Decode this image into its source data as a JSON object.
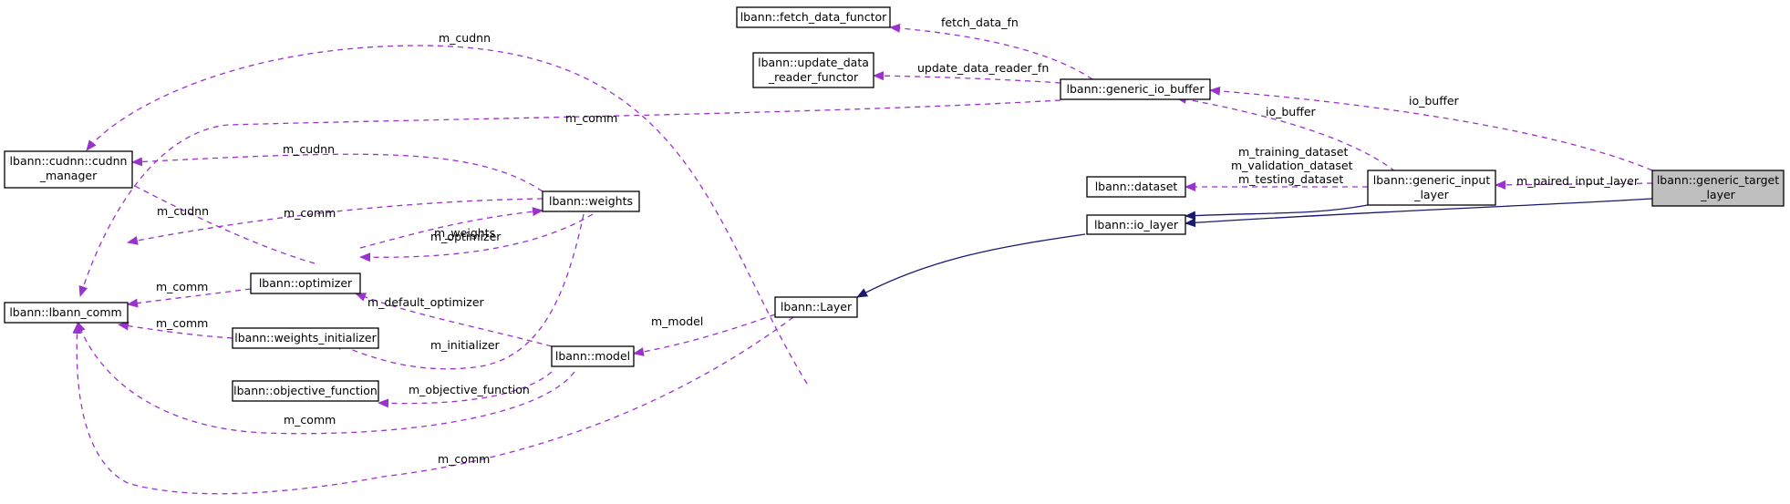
{
  "colors": {
    "association": "#9a32cd",
    "inheritance": "#191970",
    "focus_fill": "#bfbfbf"
  },
  "nodes": {
    "fetch_data_functor": "lbann::fetch_data_functor",
    "update_data_reader_functor": [
      "lbann::update_data",
      "_reader_functor"
    ],
    "generic_io_buffer": "lbann::generic_io_buffer",
    "cudnn_manager": [
      "lbann::cudnn::cudnn",
      "_manager"
    ],
    "dataset": "lbann::dataset",
    "generic_input_layer": [
      "lbann::generic_input",
      "_layer"
    ],
    "generic_target_layer": [
      "lbann::generic_target",
      "_layer"
    ],
    "weights": "lbann::weights",
    "io_layer": "lbann::io_layer",
    "optimizer": "lbann::optimizer",
    "lbann_comm": "lbann::lbann_comm",
    "layer": "lbann::Layer",
    "weights_initializer": "lbann::weights_initializer",
    "model": "lbann::model",
    "objective_function": "lbann::objective_function"
  },
  "edge_labels": {
    "fetch_data_fn": "fetch_data_fn",
    "update_data_reader_fn": "update_data_reader_fn",
    "io_buffer_target": "io_buffer",
    "io_buffer_input": "io_buffer",
    "m_cudnn_layer": "m_cudnn",
    "m_comm_buffer": "m_comm",
    "m_cudnn_weights": "m_cudnn",
    "datasets": [
      "m_training_dataset",
      "m_validation_dataset",
      "m_testing_dataset"
    ],
    "m_paired_input_layer": "m_paired_input_layer",
    "m_cudnn_optimizer": "m_cudnn",
    "m_comm_weights": "m_comm",
    "m_weights": "m_weights",
    "m_optimizer": "m_optimizer",
    "m_comm_optimizer": "m_comm",
    "m_default_optimizer": "m_default_optimizer",
    "m_model": "m_model",
    "m_comm_initializer": "m_comm",
    "m_initializer": "m_initializer",
    "m_objective_function": "m_objective_function",
    "m_comm_model": "m_comm",
    "m_comm_layer": "m_comm"
  }
}
